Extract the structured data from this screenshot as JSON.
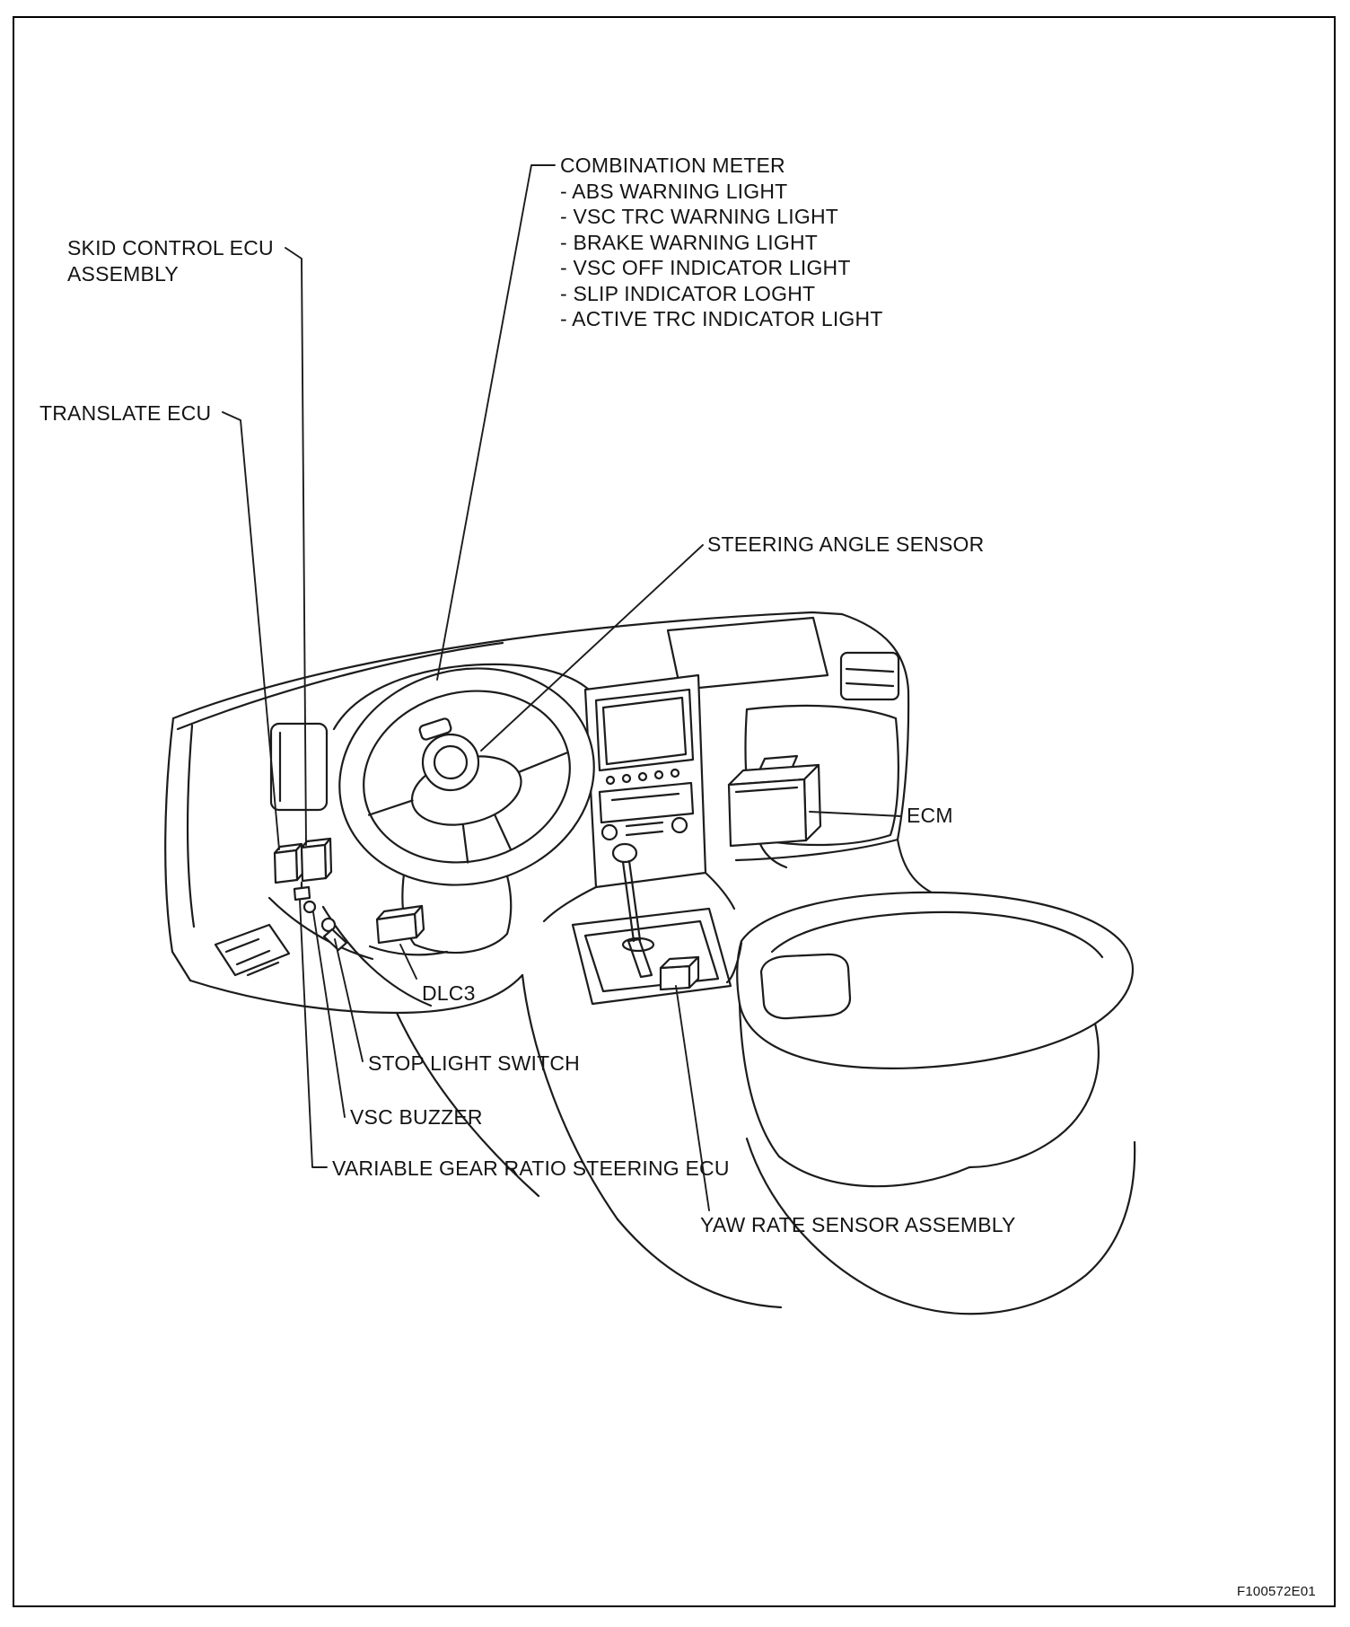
{
  "figure_reference": "F100572E01",
  "labels": {
    "combination_meter": {
      "title": "COMBINATION METER",
      "items": [
        "- ABS WARNING LIGHT",
        "- VSC TRC WARNING LIGHT",
        "- BRAKE WARNING LIGHT",
        "- VSC OFF INDICATOR LIGHT",
        "- SLIP INDICATOR LOGHT",
        "- ACTIVE TRC INDICATOR LIGHT"
      ]
    },
    "skid_control_ecu": {
      "line1": "SKID CONTROL ECU",
      "line2": "ASSEMBLY"
    },
    "translate_ecu": "TRANSLATE ECU",
    "steering_angle_sensor": "STEERING ANGLE SENSOR",
    "ecm": "ECM",
    "dlc3": "DLC3",
    "stop_light_switch": "STOP LIGHT SWITCH",
    "vsc_buzzer": "VSC BUZZER",
    "variable_gear_ratio_steering_ecu": "VARIABLE GEAR RATIO STEERING ECU",
    "yaw_rate_sensor_assembly": "YAW RATE SENSOR ASSEMBLY"
  }
}
